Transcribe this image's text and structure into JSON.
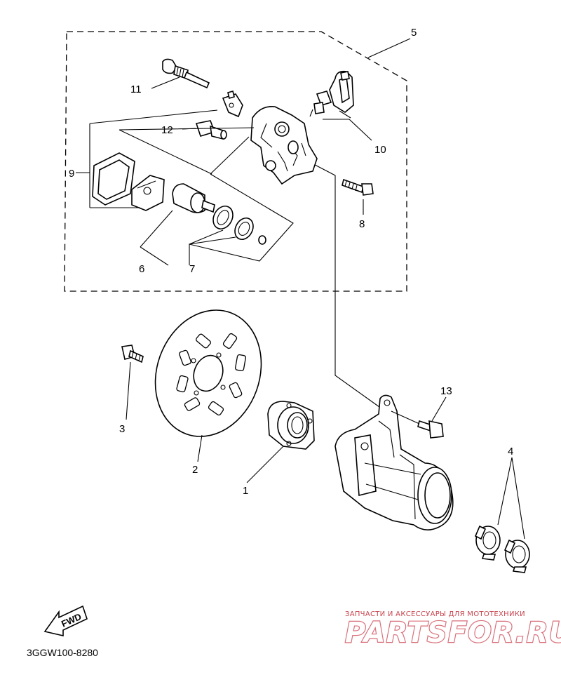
{
  "callouts": {
    "c1": "1",
    "c2": "2",
    "c3": "3",
    "c4": "4",
    "c5": "5",
    "c6": "6",
    "c7": "7",
    "c8": "8",
    "c9": "9",
    "c10": "10",
    "c11": "11",
    "c12": "12",
    "c13": "13"
  },
  "diagram_code": "3GGW100-8280",
  "direction_label": "FWD",
  "watermark": {
    "tagline": "ЗАПЧАСТИ И АКСЕССУАРЫ ДЛЯ МОТОТЕХНИКИ",
    "brand": "PARTSFOR.RU",
    "color": "#d8707a"
  },
  "icons": [
    "fwd-arrow-icon"
  ]
}
